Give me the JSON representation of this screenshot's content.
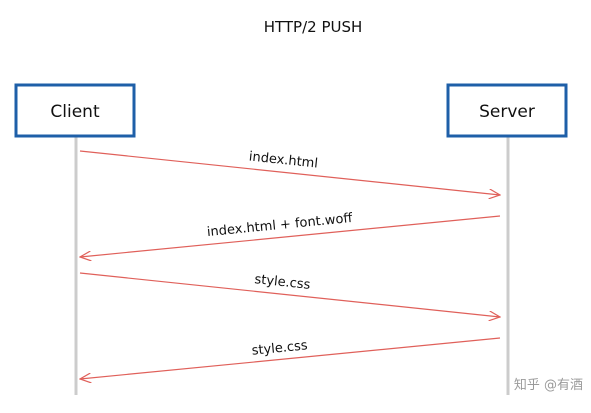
{
  "title": "HTTP/2 PUSH",
  "actors": {
    "client": "Client",
    "server": "Server"
  },
  "messages": [
    {
      "label": "index.html",
      "from": "client",
      "to": "server"
    },
    {
      "label": "index.html + font.woff",
      "from": "server",
      "to": "client"
    },
    {
      "label": "style.css",
      "from": "client",
      "to": "server"
    },
    {
      "label": "style.css",
      "from": "server",
      "to": "client"
    }
  ],
  "watermark": "知乎 @有酒",
  "colors": {
    "actor_border": "#1e5fa8",
    "lifeline": "#cccccc",
    "arrow": "#e0605a"
  }
}
